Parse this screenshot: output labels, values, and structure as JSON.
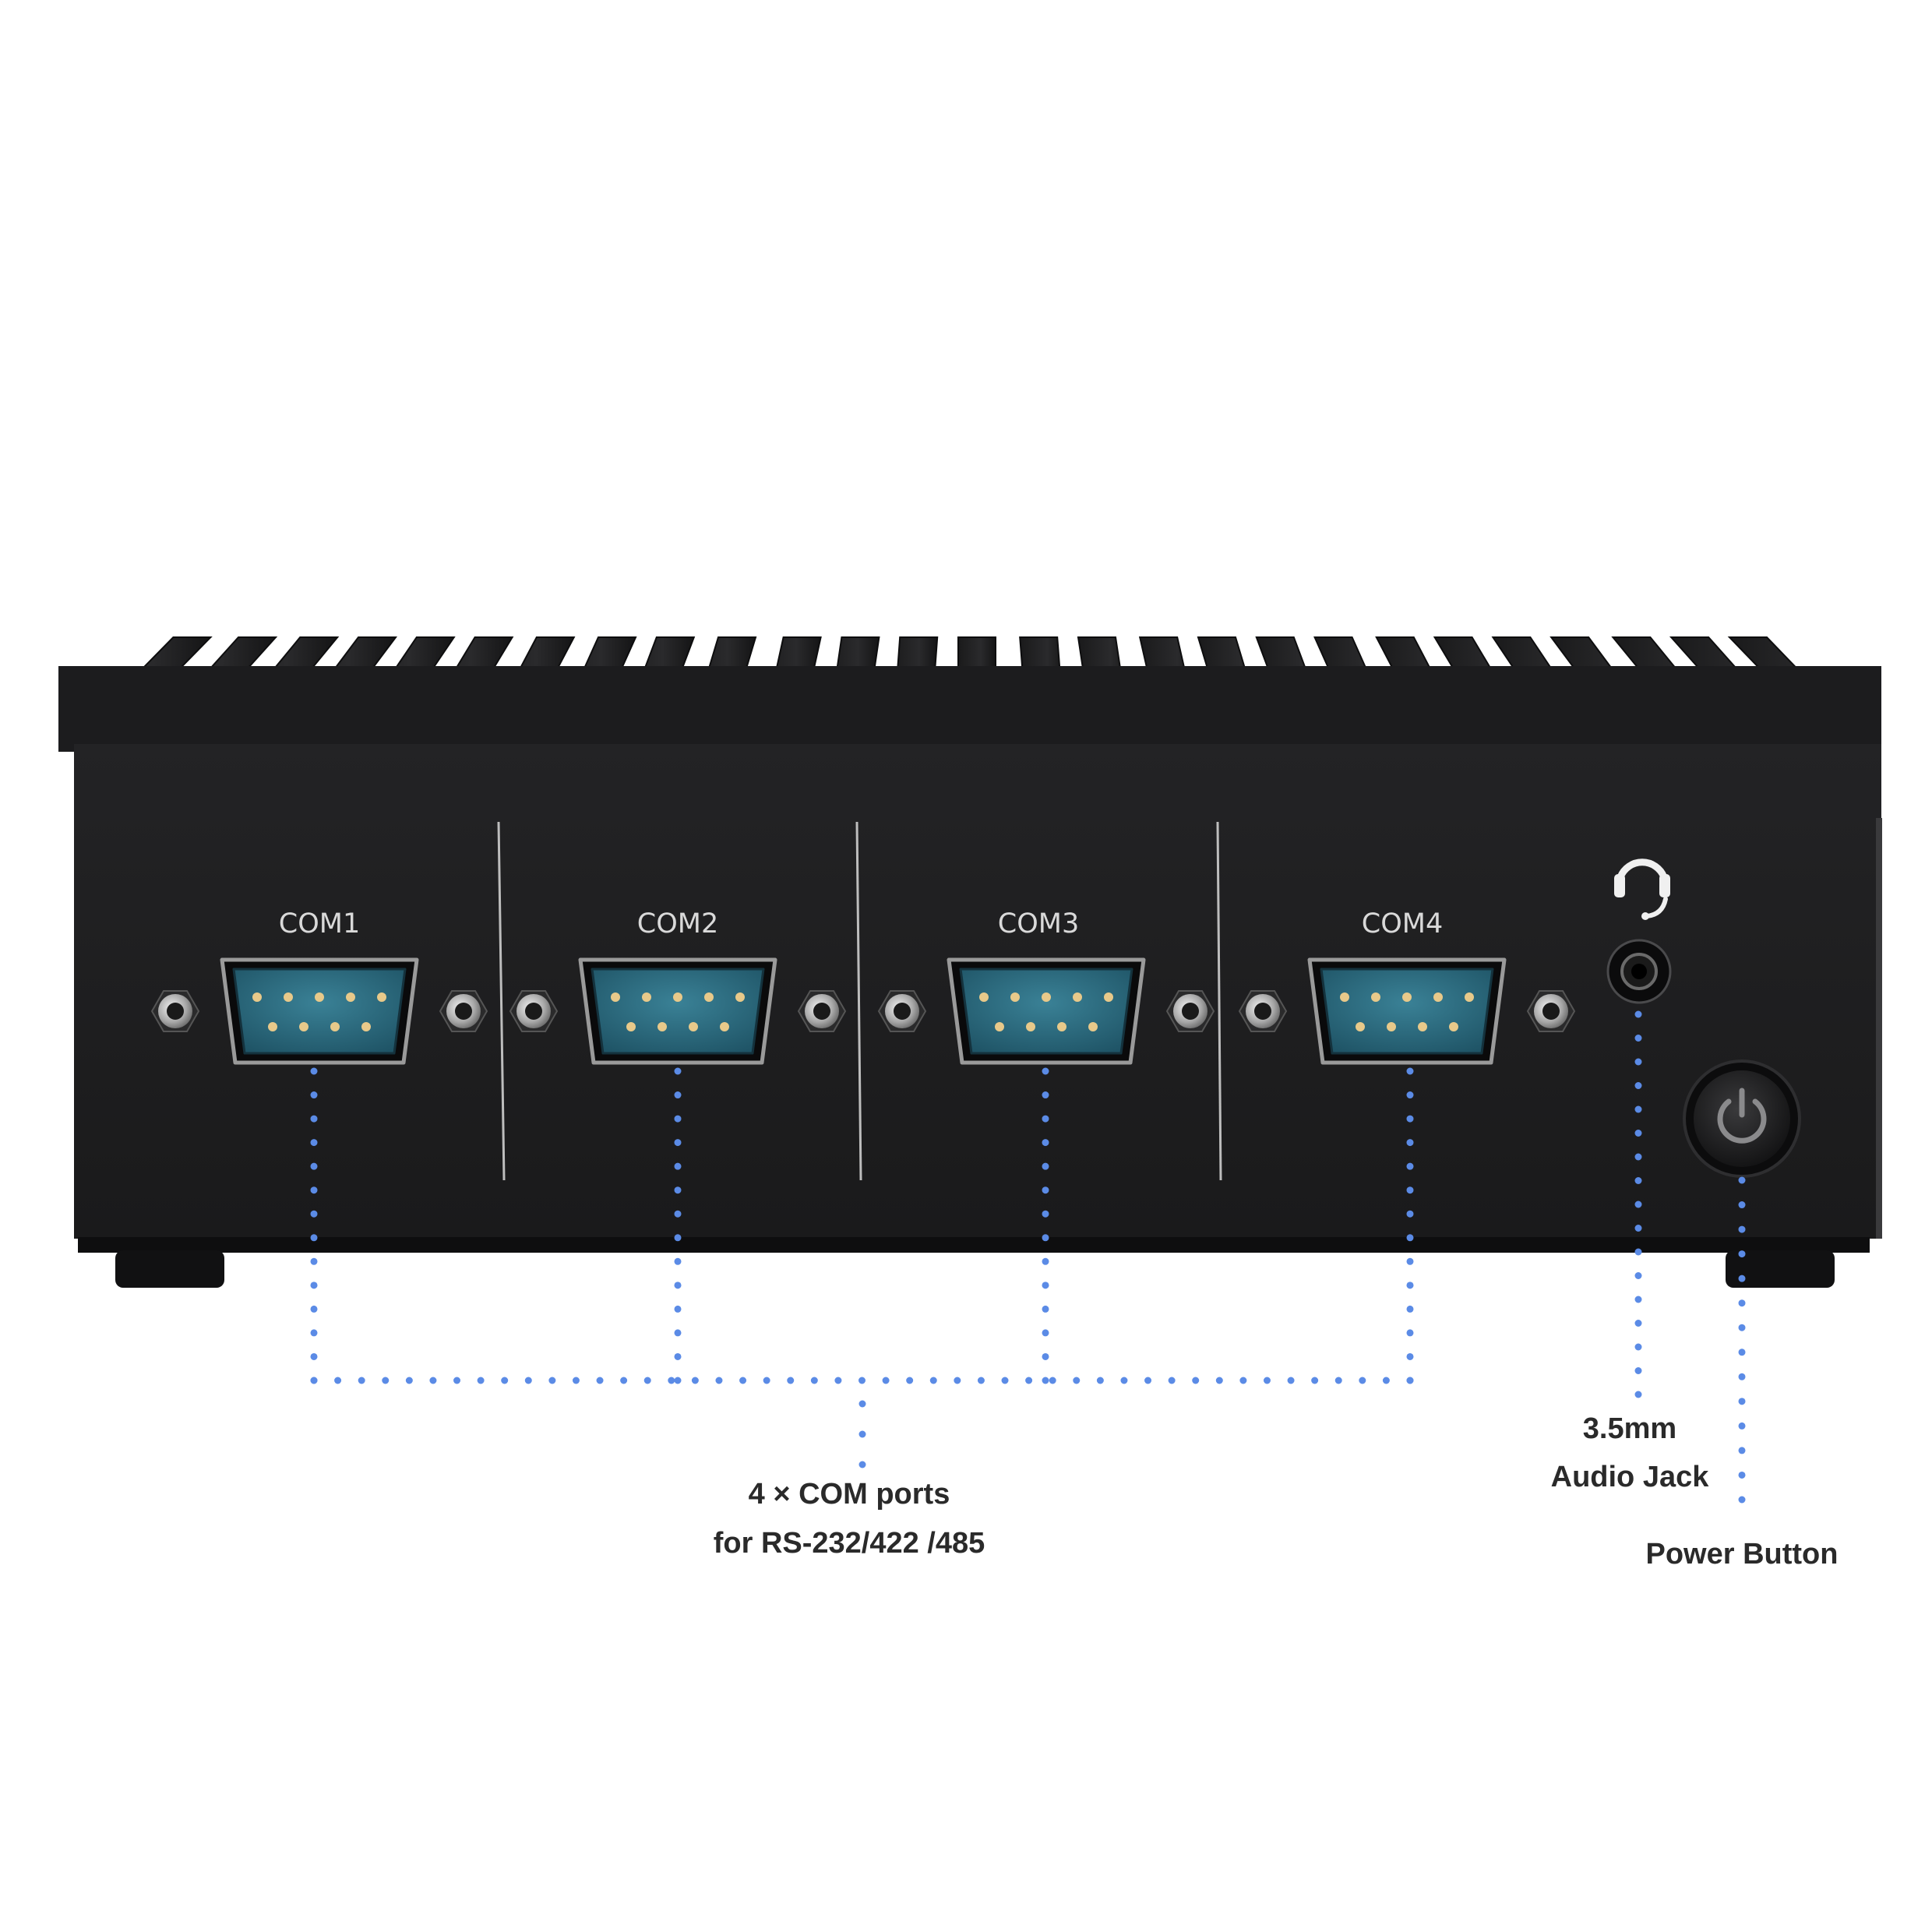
{
  "device": {
    "ports": [
      {
        "label": "COM1"
      },
      {
        "label": "COM2"
      },
      {
        "label": "COM3"
      },
      {
        "label": "COM4"
      }
    ],
    "audio_icon": "headset-icon",
    "power_icon": "power-icon"
  },
  "callouts": {
    "com_line1": "4 × COM ports",
    "com_line2": "for RS-232/422 /485",
    "audio_line1": "3.5mm",
    "audio_line2": "Audio Jack",
    "power": "Power Button"
  },
  "colors": {
    "chassis": "#1d1d1f",
    "connector": "#2f6f83",
    "callout_dots": "#5b8be6"
  }
}
